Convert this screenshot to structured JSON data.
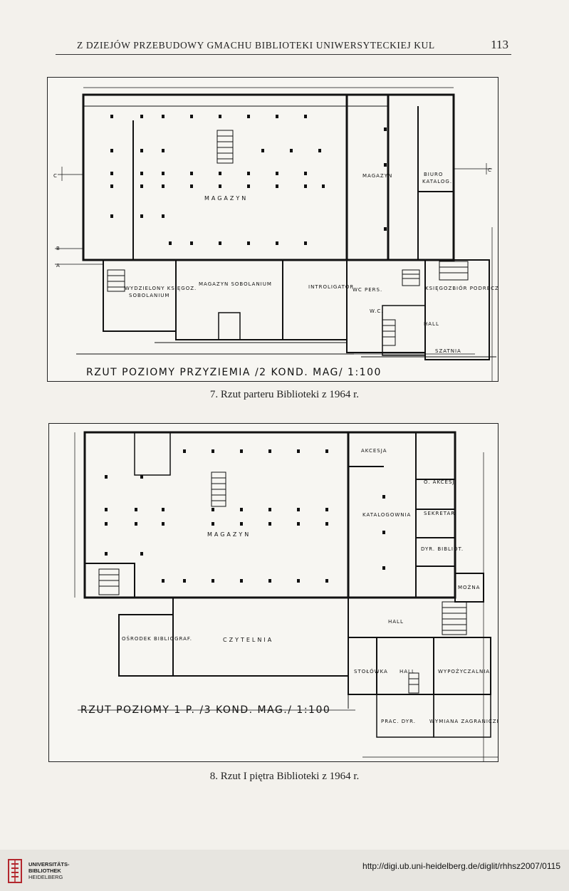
{
  "header": {
    "running_title": "Z DZIEJÓW PRZEBUDOWY GMACHU BIBLIOTEKI UNIWERSYTECKIEJ KUL",
    "page_number": "113"
  },
  "figure1": {
    "plan_title": "RZUT POZIOMY PRZYZIEMIA /2 KOND. MAG/ 1:100",
    "labels": {
      "magazyn_main": "MAGAZYN",
      "magazyn_right": "MAGAZYN",
      "biuro": "BIURO",
      "katalog": "KATALOG.",
      "wydzielony": "WYDZIELONY KSIĘGOZ.",
      "sobolanium_small": "SOBOLANIUM",
      "magazyn_sobolanium": "MAGAZYN SOBOLANIUM",
      "introligator": "INTROLIGATOR",
      "hall": "HALL",
      "ksiegozbior_podreczny": "KSIĘGOZBIÓR PODRĘCZNY",
      "szatnia": "SZATNIA",
      "wc_pers": "WC PERS.",
      "wc": "W.C.",
      "axis_a": "A",
      "axis_b": "B",
      "axis_c_left": "C",
      "axis_c_right": "C"
    }
  },
  "caption1": "7. Rzut parteru Biblioteki z 1964 r.",
  "figure2": {
    "plan_title": "RZUT POZIOMY 1 P. /3 KOND. MAG./ 1:100",
    "labels": {
      "magazyn": "MAGAZYN",
      "akcesja": "AKCESJA",
      "o_akcesji": "O. AKCESJI",
      "katalogownia": "KATALOGOWNIA",
      "sekretar": "SEKRETAR.",
      "dyr_bibliot": "DYR. BIBLIOT.",
      "mozna": "MOŻNA",
      "hall_top": "HALL",
      "czytelnia": "CZYTELNIA",
      "osrodek": "OŚRODEK BIBLIOGRAF.",
      "stolowka": "STOŁÓWKA",
      "hall_bottom": "HALL",
      "wypozyczalnia": "WYPOŻYCZALNIA",
      "prac_dyr": "PRAC. DYR.",
      "wymiana": "WYMIANA ZAGRANICZNA"
    }
  },
  "caption2": "8. Rzut I piętra Biblioteki z 1964 r.",
  "footer": {
    "logo_line1": "UNIVERSITÄTS-",
    "logo_line2": "BIBLIOTHEK",
    "logo_line3": "HEIDELBERG",
    "url": "http://digi.ub.uni-heidelberg.de/diglit/rhhsz2007/0115"
  },
  "colors": {
    "page": "#f3f1ec",
    "ink": "#111111",
    "logo_red": "#b3272d"
  }
}
